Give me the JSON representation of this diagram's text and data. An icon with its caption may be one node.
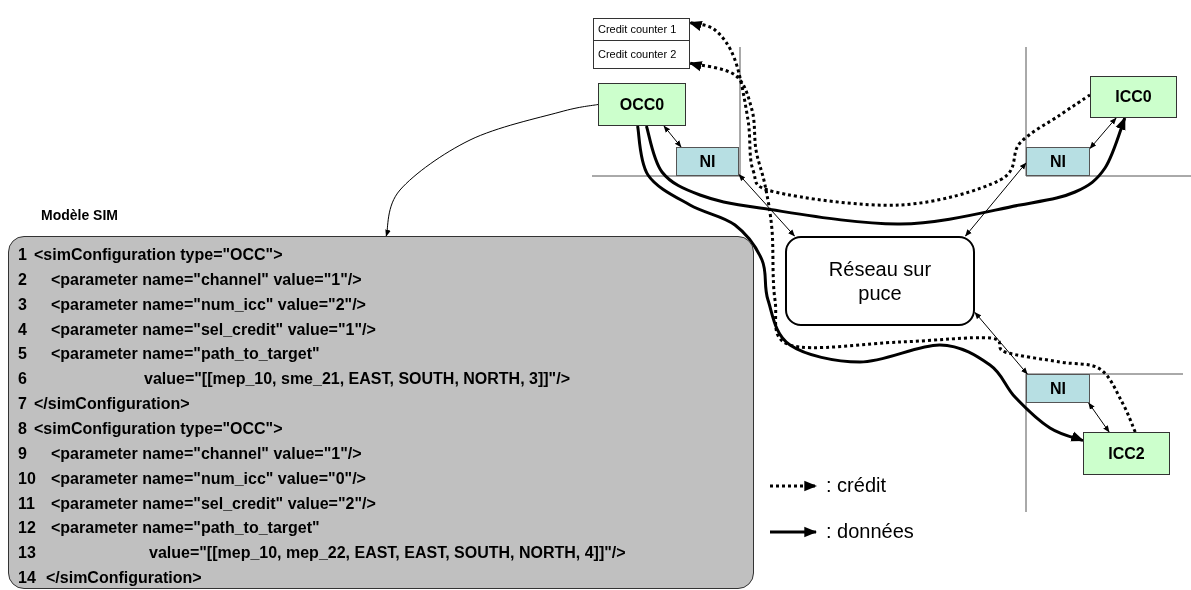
{
  "diagram": {
    "nodes": [
      {
        "text": [
          "Credit counter 1"
        ]
      },
      {
        "text": [
          "Credit counter 2"
        ]
      },
      {
        "text": [
          "OCC0"
        ]
      },
      {
        "text": [
          "NI"
        ]
      },
      {
        "text": [
          "NI"
        ]
      },
      {
        "text": [
          "ICC0"
        ]
      },
      {
        "text": [
          "Réseau sur puce"
        ]
      },
      {
        "text": [
          "NI"
        ]
      },
      {
        "text": [
          "ICC2"
        ]
      },
      {
        "text": [
          "Modèle SIM",
          "1",
          "<simConfiguration type=\"OCC\">",
          "2",
          "<parameter name=\"channel\" value=\"1\"/>",
          "3",
          "<parameter name=\"num_icc\" value=\"2\"/>",
          "4",
          "<parameter name=\"sel_credit\" value=\"1\"/>",
          "5",
          "<parameter name=\"path_to_target\"",
          "6",
          "value=\"[[mep_10, sme_21, EAST, SOUTH, NORTH, 3]]\"/>",
          "7",
          "</simConfiguration>",
          "8",
          "<simConfiguration type=\"OCC\">",
          "9",
          "<parameter name=\"channel\" value=\"1\"/>",
          "10",
          "<parameter name=\"num_icc\" value=\"0\"/>",
          "11",
          "<parameter name=\"sel_credit\" value=\"2\"/>",
          "12",
          "<parameter name=\"path_to_target\"",
          "13",
          "value=\"[[mep_10, mep_22, EAST, EAST, SOUTH, NORTH, 4]]\"/>",
          "14",
          "</simConfiguration>"
        ]
      }
    ],
    "edges": [
      {
        "from": 2,
        "to": 9,
        "arrow": "to"
      },
      {
        "from": 2,
        "to": 3,
        "arrow": "both"
      },
      {
        "from": 3,
        "to": 6,
        "arrow": "both"
      },
      {
        "from": 6,
        "to": 4,
        "arrow": "both"
      },
      {
        "from": 4,
        "to": 5,
        "arrow": "both"
      },
      {
        "from": 6,
        "to": 7,
        "arrow": "both"
      },
      {
        "from": 7,
        "to": 8,
        "arrow": "both"
      },
      {
        "from": 2,
        "to": 5,
        "arrow": "to",
        "style": "thick"
      },
      {
        "from": 2,
        "to": 8,
        "arrow": "to",
        "style": "thick"
      },
      {
        "from": 5,
        "to": 0,
        "arrow": "to",
        "style": "dashed"
      },
      {
        "from": 8,
        "to": 1,
        "arrow": "to",
        "style": "dashed"
      }
    ],
    "legend": [
      {
        "text": ": crédit"
      },
      {
        "text": ": données"
      }
    ]
  }
}
